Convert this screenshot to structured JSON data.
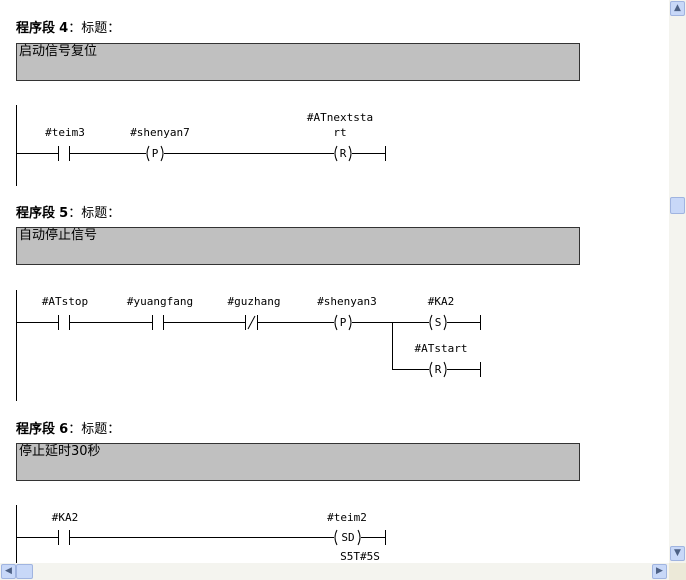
{
  "networks": [
    {
      "prefix": "程序段",
      "number": "4",
      "title_label": "：标题：",
      "comment": "启动信号复位",
      "elements": {
        "c1": "#teim3",
        "p": "#shenyan7",
        "r1": "#ATnextsta",
        "r2": "rt"
      }
    },
    {
      "prefix": "程序段",
      "number": "5",
      "title_label": "：标题：",
      "comment": "自动停止信号",
      "elements": {
        "c1": "#ATstop",
        "c2": "#yuangfang",
        "c3": "#guzhang",
        "p": "#shenyan3",
        "s": "#KA2",
        "r": "#ATstart"
      }
    },
    {
      "prefix": "程序段",
      "number": "6",
      "title_label": "：标题：",
      "comment": "停止延时30秒",
      "elements": {
        "c1": "#KA2",
        "sd": "#teim2",
        "tv": "S5T#5S"
      }
    }
  ],
  "coils": {
    "p": "P",
    "r": "R",
    "s": "S",
    "sd": "SD"
  },
  "scrollbar": {
    "vertical_position_fraction": 0.36,
    "horizontal_position_fraction": 0.0
  }
}
